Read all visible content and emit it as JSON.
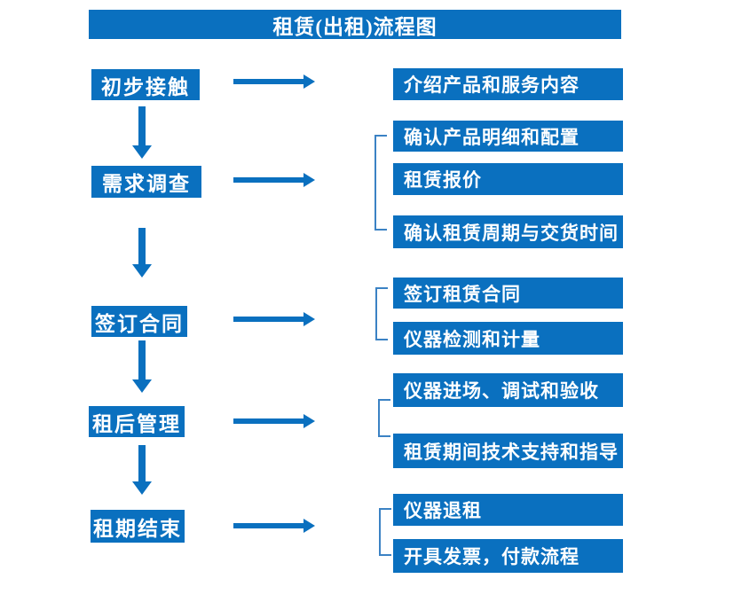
{
  "title": "租赁(出租)流程图",
  "colors": {
    "primary": "#0a70bf",
    "bracket": "#3b82c4",
    "text_on_primary": "#ffffff",
    "background": "#ffffff"
  },
  "flow": {
    "steps": [
      {
        "label": "初步接触",
        "details": [
          "介绍产品和服务内容"
        ]
      },
      {
        "label": "需求调查",
        "details": [
          "确认产品明细和配置",
          "租赁报价",
          "确认租赁周期与交货时间"
        ]
      },
      {
        "label": "签订合同",
        "details": [
          "签订租赁合同",
          "仪器检测和计量"
        ]
      },
      {
        "label": "租后管理",
        "details": [
          "仪器进场、调试和验收",
          "租赁期间技术支持和指导"
        ]
      },
      {
        "label": "租期结束",
        "details": [
          "仪器退租",
          "开具发票，付款流程"
        ]
      }
    ]
  }
}
